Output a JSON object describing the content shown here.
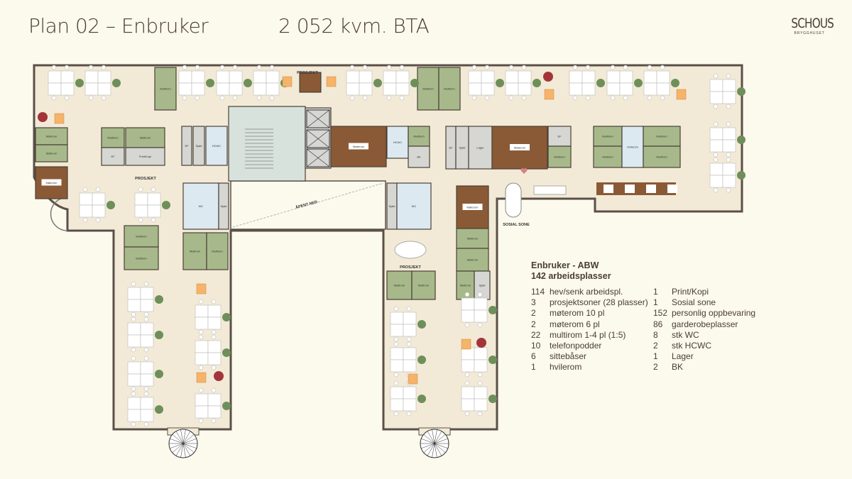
{
  "header": {
    "title": "Plan 02 – Enbruker",
    "area": "2 052 kvm. BTA"
  },
  "logo": {
    "name": "SCHOUS",
    "subtitle": "BRYGGHUSET"
  },
  "plan": {
    "labels": {
      "moterom": "Møterom",
      "multirom": "Multirom",
      "ef": "EF",
      "sjakt": "Sjakt",
      "hcwc": "HCWC",
      "wc": "WC",
      "bk": "BK",
      "lager": "Lager",
      "print": "Print/Kopi",
      "hvilerom": "Hvilerom",
      "prosjekt": "PROSJEKT",
      "sosial": "SOSIAL SONE",
      "apent": "ÅPENT NED"
    },
    "colors": {
      "background": "#fcf9ed",
      "floor": "#f2ead6",
      "moterom": "#8a5a36",
      "multirom": "#a7b98a",
      "technical": "#d6d6d3",
      "wc": "#dde9f1",
      "core": "#d8e2dd",
      "storage": "#f6b36a",
      "heart": "#d98080"
    }
  },
  "legend": {
    "heading": "Enbruker - ABW",
    "subheading": "142 arbeidsplasser",
    "left": [
      {
        "count": "114",
        "label": "hev/senk arbeidspl."
      },
      {
        "count": "3",
        "label": "prosjektsoner (28 plasser)"
      },
      {
        "count": "2",
        "label": "møterom 10 pl"
      },
      {
        "count": "2",
        "label": "møterom 6 pl"
      },
      {
        "count": "22",
        "label": "multirom 1-4 pl (1:5)"
      },
      {
        "count": "10",
        "label": "telefonpodder"
      },
      {
        "count": "6",
        "label": "sittebåser"
      },
      {
        "count": "1",
        "label": "hvilerom"
      }
    ],
    "right": [
      {
        "count": "1",
        "label": "Print/Kopi"
      },
      {
        "count": "1",
        "label": "Sosial sone"
      },
      {
        "count": "152",
        "label": "personlig oppbevaring"
      },
      {
        "count": "86",
        "label": "garderobeplasser"
      },
      {
        "count": "8",
        "label": "stk WC"
      },
      {
        "count": "2",
        "label": "stk HCWC"
      },
      {
        "count": "1",
        "label": "Lager"
      },
      {
        "count": "2",
        "label": "BK"
      }
    ]
  }
}
